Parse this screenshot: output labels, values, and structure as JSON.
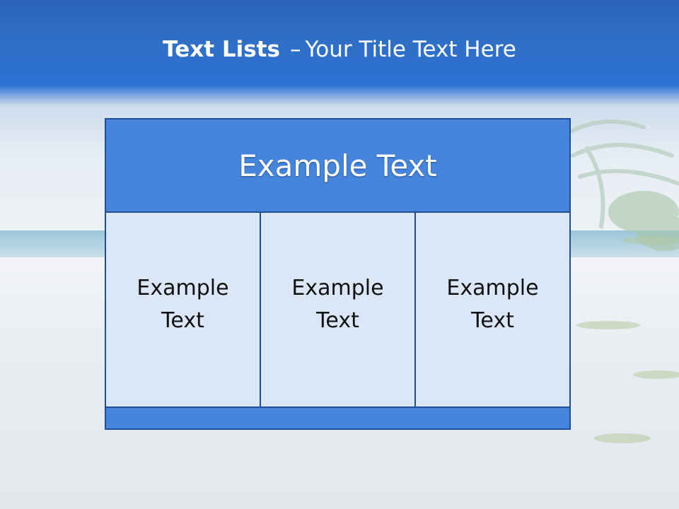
{
  "slide": {
    "title_bold": "Text Lists",
    "title_dash": "–",
    "title_rest": "Your Title Text Here"
  },
  "table": {
    "header_text": "Example Text",
    "columns": [
      {
        "text": "Example Text"
      },
      {
        "text": "Example Text"
      },
      {
        "text": "Example Text"
      }
    ]
  },
  "colors": {
    "header_fill": "#4685dc",
    "cell_fill": "#dbe7f7",
    "border": "#1f4f96",
    "title_text": "#ffffff"
  }
}
